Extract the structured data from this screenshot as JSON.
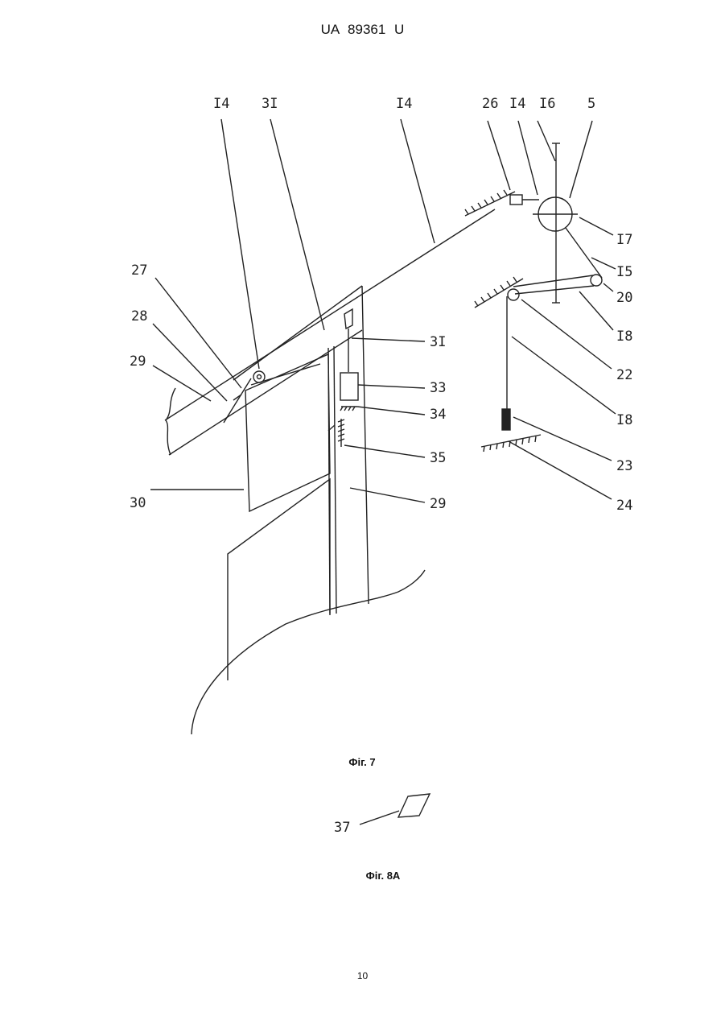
{
  "header": {
    "patent_number": "UA   89361   U"
  },
  "figure7": {
    "caption": "Фіг. 7",
    "labels": {
      "l_14a": "I4",
      "l_31a": "3I",
      "l_14b": "I4",
      "l_26": "26",
      "l_14c": "I4",
      "l_16": "I6",
      "l_5": "5",
      "l_17": "I7",
      "l_15": "I5",
      "l_20": "20",
      "l_18a": "I8",
      "l_22": "22",
      "l_18b": "I8",
      "l_23": "23",
      "l_24": "24",
      "l_27": "27",
      "l_28": "28",
      "l_29a": "29",
      "l_31b": "3I",
      "l_33": "33",
      "l_34": "34",
      "l_35": "35",
      "l_30": "30",
      "l_29b": "29"
    }
  },
  "figure8a": {
    "caption": "Фіг. 8А",
    "labels": {
      "l_37": "37"
    }
  },
  "footer": {
    "page_number": "10"
  }
}
